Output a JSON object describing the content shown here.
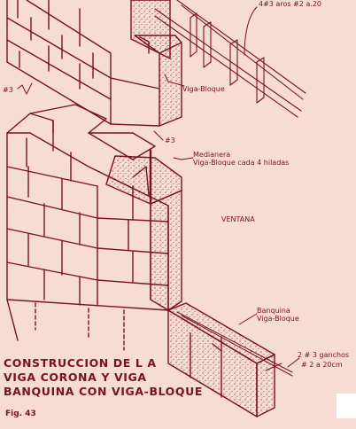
{
  "labels": {
    "rebar_top": "4#3 aros #2 a.20",
    "viga_bloque": "Viga-Bloque",
    "rebar_left": "#3",
    "rebar_mid": "#3",
    "medianera_1": "Medianera",
    "medianera_2": "Viga-Bloque cada 4 hiladas",
    "ventana": "VENTANA",
    "banquina_1": "Banquina",
    "banquina_2": "Viga-Bloque",
    "ganchos_1": "2 # 3 ganchos",
    "ganchos_2": "# 2 a 20cm"
  },
  "title": {
    "line1": "CONSTRUCCION DE L A",
    "line2": "VIGA CORONA Y VIGA",
    "line3": "BANQUINA CON VIGA-BLOQUE"
  },
  "figure": "Fig. 43",
  "colors": {
    "ink": "#7a1024",
    "paper": "#f7dcd3"
  }
}
